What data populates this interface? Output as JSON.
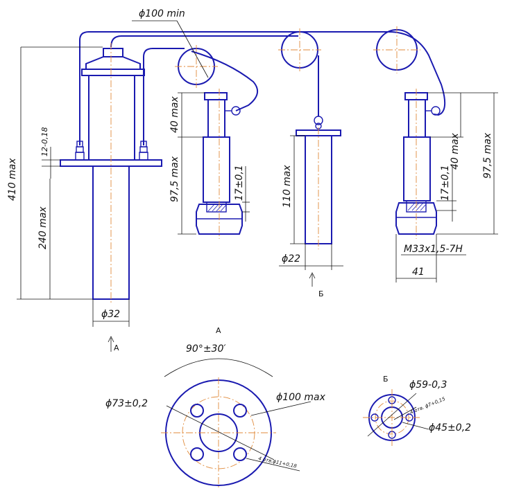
{
  "dimensions": {
    "d100min": "ϕ100 min",
    "h410": "410 max",
    "h12": "12-0,18",
    "h240": "240 max",
    "d32": "ϕ32",
    "h40a": "40 max",
    "h975a": "97,5 max",
    "h17a": "17±0,1",
    "h110": "110 max",
    "d22": "ϕ22",
    "h17b": "17±0,1",
    "h40b": "40 max",
    "h975b": "97,5 max",
    "thread": "M33x1,5-7H",
    "w41": "41",
    "angle": "90°±30′",
    "d73": "ϕ73±0,2",
    "d100max": "ϕ100 max",
    "holes_a": "4 отв.ϕ11+0,18",
    "d59": "ϕ59-0,3",
    "holes_b": "4 отв. ϕ7+0,15",
    "d45": "ϕ45±0,2"
  },
  "views": {
    "a": "А",
    "b": "Б"
  },
  "colors": {
    "part": "#1a1ab0",
    "axis": "#e08a3a",
    "dimension": "#111111"
  }
}
